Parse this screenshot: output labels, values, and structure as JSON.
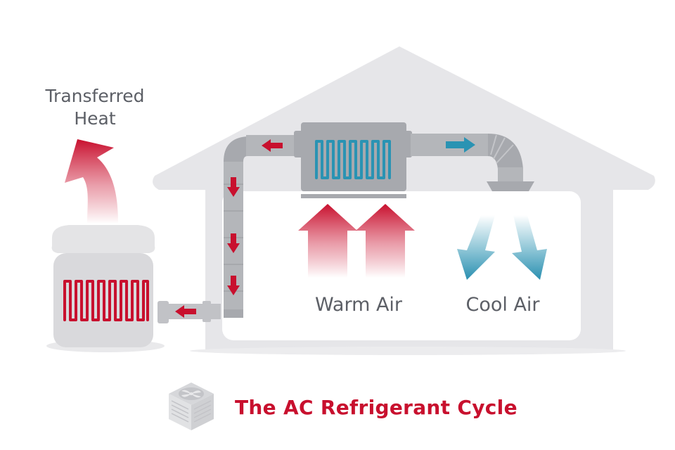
{
  "labels": {
    "transferred_heat": "Transferred\nHeat",
    "warm_air": "Warm Air",
    "cool_air": "Cool Air"
  },
  "caption": {
    "title": "The AC Refrigerant Cycle",
    "icon": "ac-unit-icon"
  },
  "colors": {
    "hot": "#c8102e",
    "cold": "#2a93b3",
    "structure": "#e6e6e9",
    "duct": "#a7a9ae",
    "text": "#5c5f66"
  }
}
